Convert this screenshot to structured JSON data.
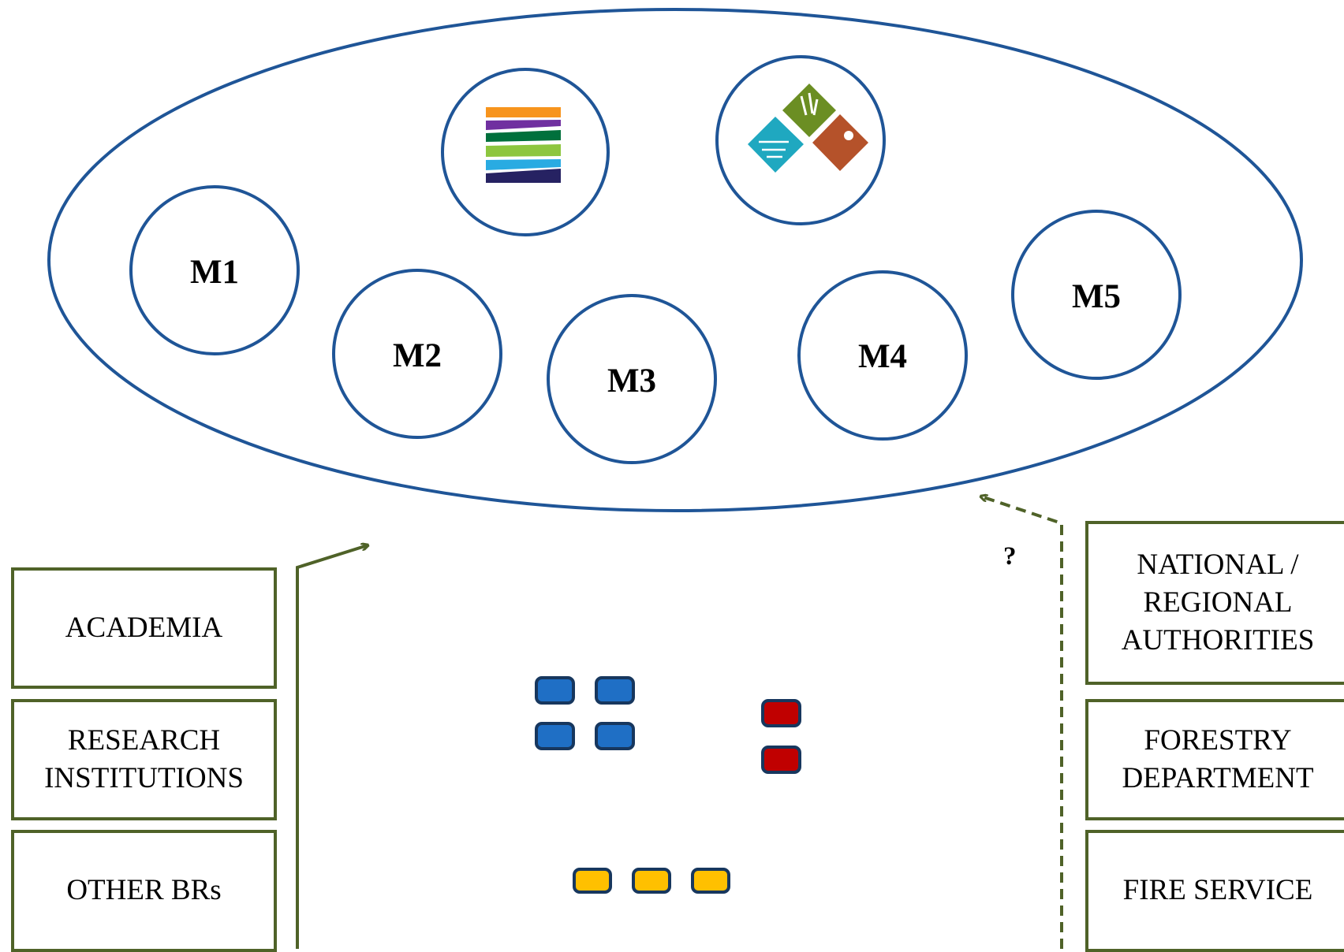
{
  "modules": [
    {
      "id": "m1",
      "label": "M1"
    },
    {
      "id": "m2",
      "label": "M2"
    },
    {
      "id": "m3",
      "label": "M3"
    },
    {
      "id": "m4",
      "label": "M4"
    },
    {
      "id": "m5",
      "label": "M5"
    }
  ],
  "logos": [
    {
      "id": "logo-stripes",
      "icon": "striped-bands-logo"
    },
    {
      "id": "logo-diamonds",
      "icon": "diamond-tiles-logo"
    }
  ],
  "left_stakeholders": [
    {
      "label": "ACADEMIA"
    },
    {
      "label": "RESEARCH\nINSTITUTIONS"
    },
    {
      "label": "OTHER BRs"
    }
  ],
  "right_stakeholders": [
    {
      "label": "NATIONAL /\nREGIONAL\nAUTHORITIES"
    },
    {
      "label": "FORESTRY\nDEPARTMENT"
    },
    {
      "label": "FIRE SERVICE"
    }
  ],
  "uncertain_link_label": "?",
  "colors": {
    "circle_stroke": "#1f5597",
    "box_border": "#4f6228",
    "arrow": "#4f6228",
    "square_blue": "#1f6fc5",
    "square_red": "#c00000",
    "square_yellow": "#ffc000"
  }
}
